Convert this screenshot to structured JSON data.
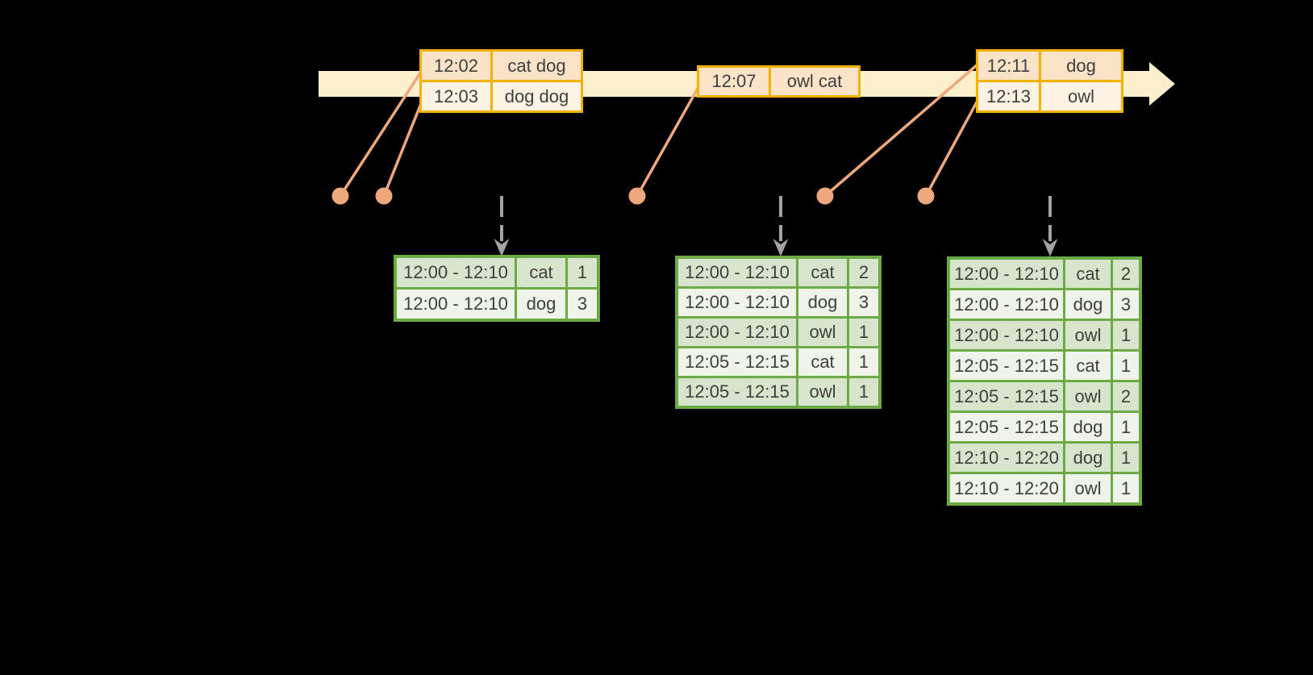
{
  "palette": {
    "background": "#000000",
    "timeline_band": "#fbf0cb",
    "event_border": "#f3b200",
    "event_row_dark": "#fbe3c7",
    "event_row_light": "#fcf2e3",
    "marker": "#efa77c",
    "trigger_arrow": "#a3a3a3",
    "result_border": "#6cab44",
    "result_row_dark": "#d8e5cd",
    "result_row_light": "#eef4ea",
    "text": "#3e3e3e"
  },
  "event_tables": [
    {
      "rows": [
        {
          "time": "12:02",
          "words": "cat dog"
        },
        {
          "time": "12:03",
          "words": "dog dog"
        }
      ]
    },
    {
      "rows": [
        {
          "time": "12:07",
          "words": "owl cat"
        }
      ]
    },
    {
      "rows": [
        {
          "time": "12:11",
          "words": "dog"
        },
        {
          "time": "12:13",
          "words": "owl"
        }
      ]
    }
  ],
  "result_tables": [
    {
      "rows": [
        {
          "window": "12:00 - 12:10",
          "word": "cat",
          "count": 1
        },
        {
          "window": "12:00 - 12:10",
          "word": "dog",
          "count": 3
        }
      ]
    },
    {
      "rows": [
        {
          "window": "12:00 - 12:10",
          "word": "cat",
          "count": 2
        },
        {
          "window": "12:00 - 12:10",
          "word": "dog",
          "count": 3
        },
        {
          "window": "12:00 - 12:10",
          "word": "owl",
          "count": 1
        },
        {
          "window": "12:05 - 12:15",
          "word": "cat",
          "count": 1
        },
        {
          "window": "12:05 - 12:15",
          "word": "owl",
          "count": 1
        }
      ]
    },
    {
      "rows": [
        {
          "window": "12:00 - 12:10",
          "word": "cat",
          "count": 2
        },
        {
          "window": "12:00 - 12:10",
          "word": "dog",
          "count": 3
        },
        {
          "window": "12:00 - 12:10",
          "word": "owl",
          "count": 1
        },
        {
          "window": "12:05 - 12:15",
          "word": "cat",
          "count": 1
        },
        {
          "window": "12:05 - 12:15",
          "word": "owl",
          "count": 2
        },
        {
          "window": "12:05 - 12:15",
          "word": "dog",
          "count": 1
        },
        {
          "window": "12:10 - 12:20",
          "word": "dog",
          "count": 1
        },
        {
          "window": "12:10 - 12:20",
          "word": "owl",
          "count": 1
        }
      ]
    }
  ]
}
